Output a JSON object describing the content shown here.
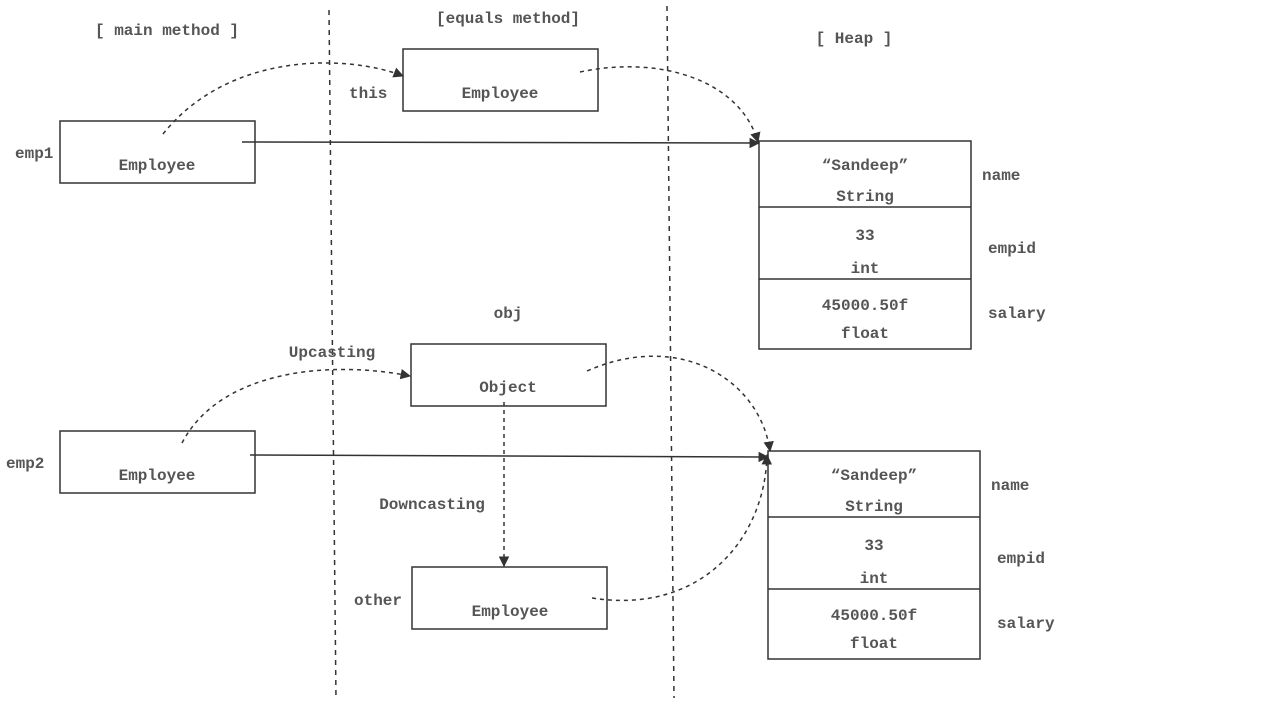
{
  "headers": {
    "main": "[ main method ]",
    "equals": "[equals method]",
    "heap": "[ Heap ]"
  },
  "main_frame": {
    "emp1": {
      "var": "emp1",
      "type": "Employee"
    },
    "emp2": {
      "var": "emp2",
      "type": "Employee"
    }
  },
  "equals_frame": {
    "this_ref": {
      "var": "this",
      "type": "Employee"
    },
    "obj_ref": {
      "var": "obj",
      "type": "Object"
    },
    "other_ref": {
      "var": "other",
      "type": "Employee"
    },
    "upcasting": "Upcasting",
    "downcasting": "Downcasting"
  },
  "heap": {
    "object1": {
      "fields": [
        {
          "value": "“Sandeep”",
          "type": "String",
          "name": "name"
        },
        {
          "value": "33",
          "type": "int",
          "name": "empid"
        },
        {
          "value": "45000.50f",
          "type": "float",
          "name": "salary"
        }
      ]
    },
    "object2": {
      "fields": [
        {
          "value": "“Sandeep”",
          "type": "String",
          "name": "name"
        },
        {
          "value": "33",
          "type": "int",
          "name": "empid"
        },
        {
          "value": "45000.50f",
          "type": "float",
          "name": "salary"
        }
      ]
    }
  }
}
